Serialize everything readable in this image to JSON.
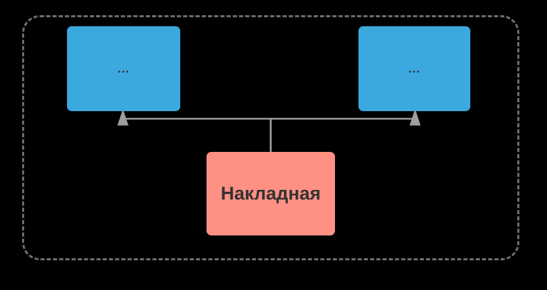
{
  "diagram": {
    "type": "uml-generalization",
    "title_text": "",
    "background_color": "#000000",
    "boundary": {
      "name": "group-boundary",
      "style": "dashed",
      "stroke_color": "#6e6e6e",
      "corner_radius": 26
    },
    "nodes": [
      {
        "id": "node-left",
        "label": "...",
        "fill_color": "#3ba8de",
        "text_color": "#2f2f2f",
        "role": "parent-entity"
      },
      {
        "id": "node-right",
        "label": "...",
        "fill_color": "#3ba8de",
        "text_color": "#2f2f2f",
        "role": "parent-entity"
      },
      {
        "id": "node-doc",
        "label": "Накладная",
        "fill_color": "#ff9184",
        "text_color": "#333333",
        "role": "child-entity"
      }
    ],
    "connectors": [
      {
        "id": "edge-doc-to-left",
        "from": "node-doc",
        "to": "node-left",
        "arrow": "open-triangle-up",
        "stroke_color": "#9e9e9e"
      },
      {
        "id": "edge-doc-to-right",
        "from": "node-doc",
        "to": "node-right",
        "arrow": "open-triangle-up",
        "stroke_color": "#9e9e9e"
      }
    ]
  }
}
